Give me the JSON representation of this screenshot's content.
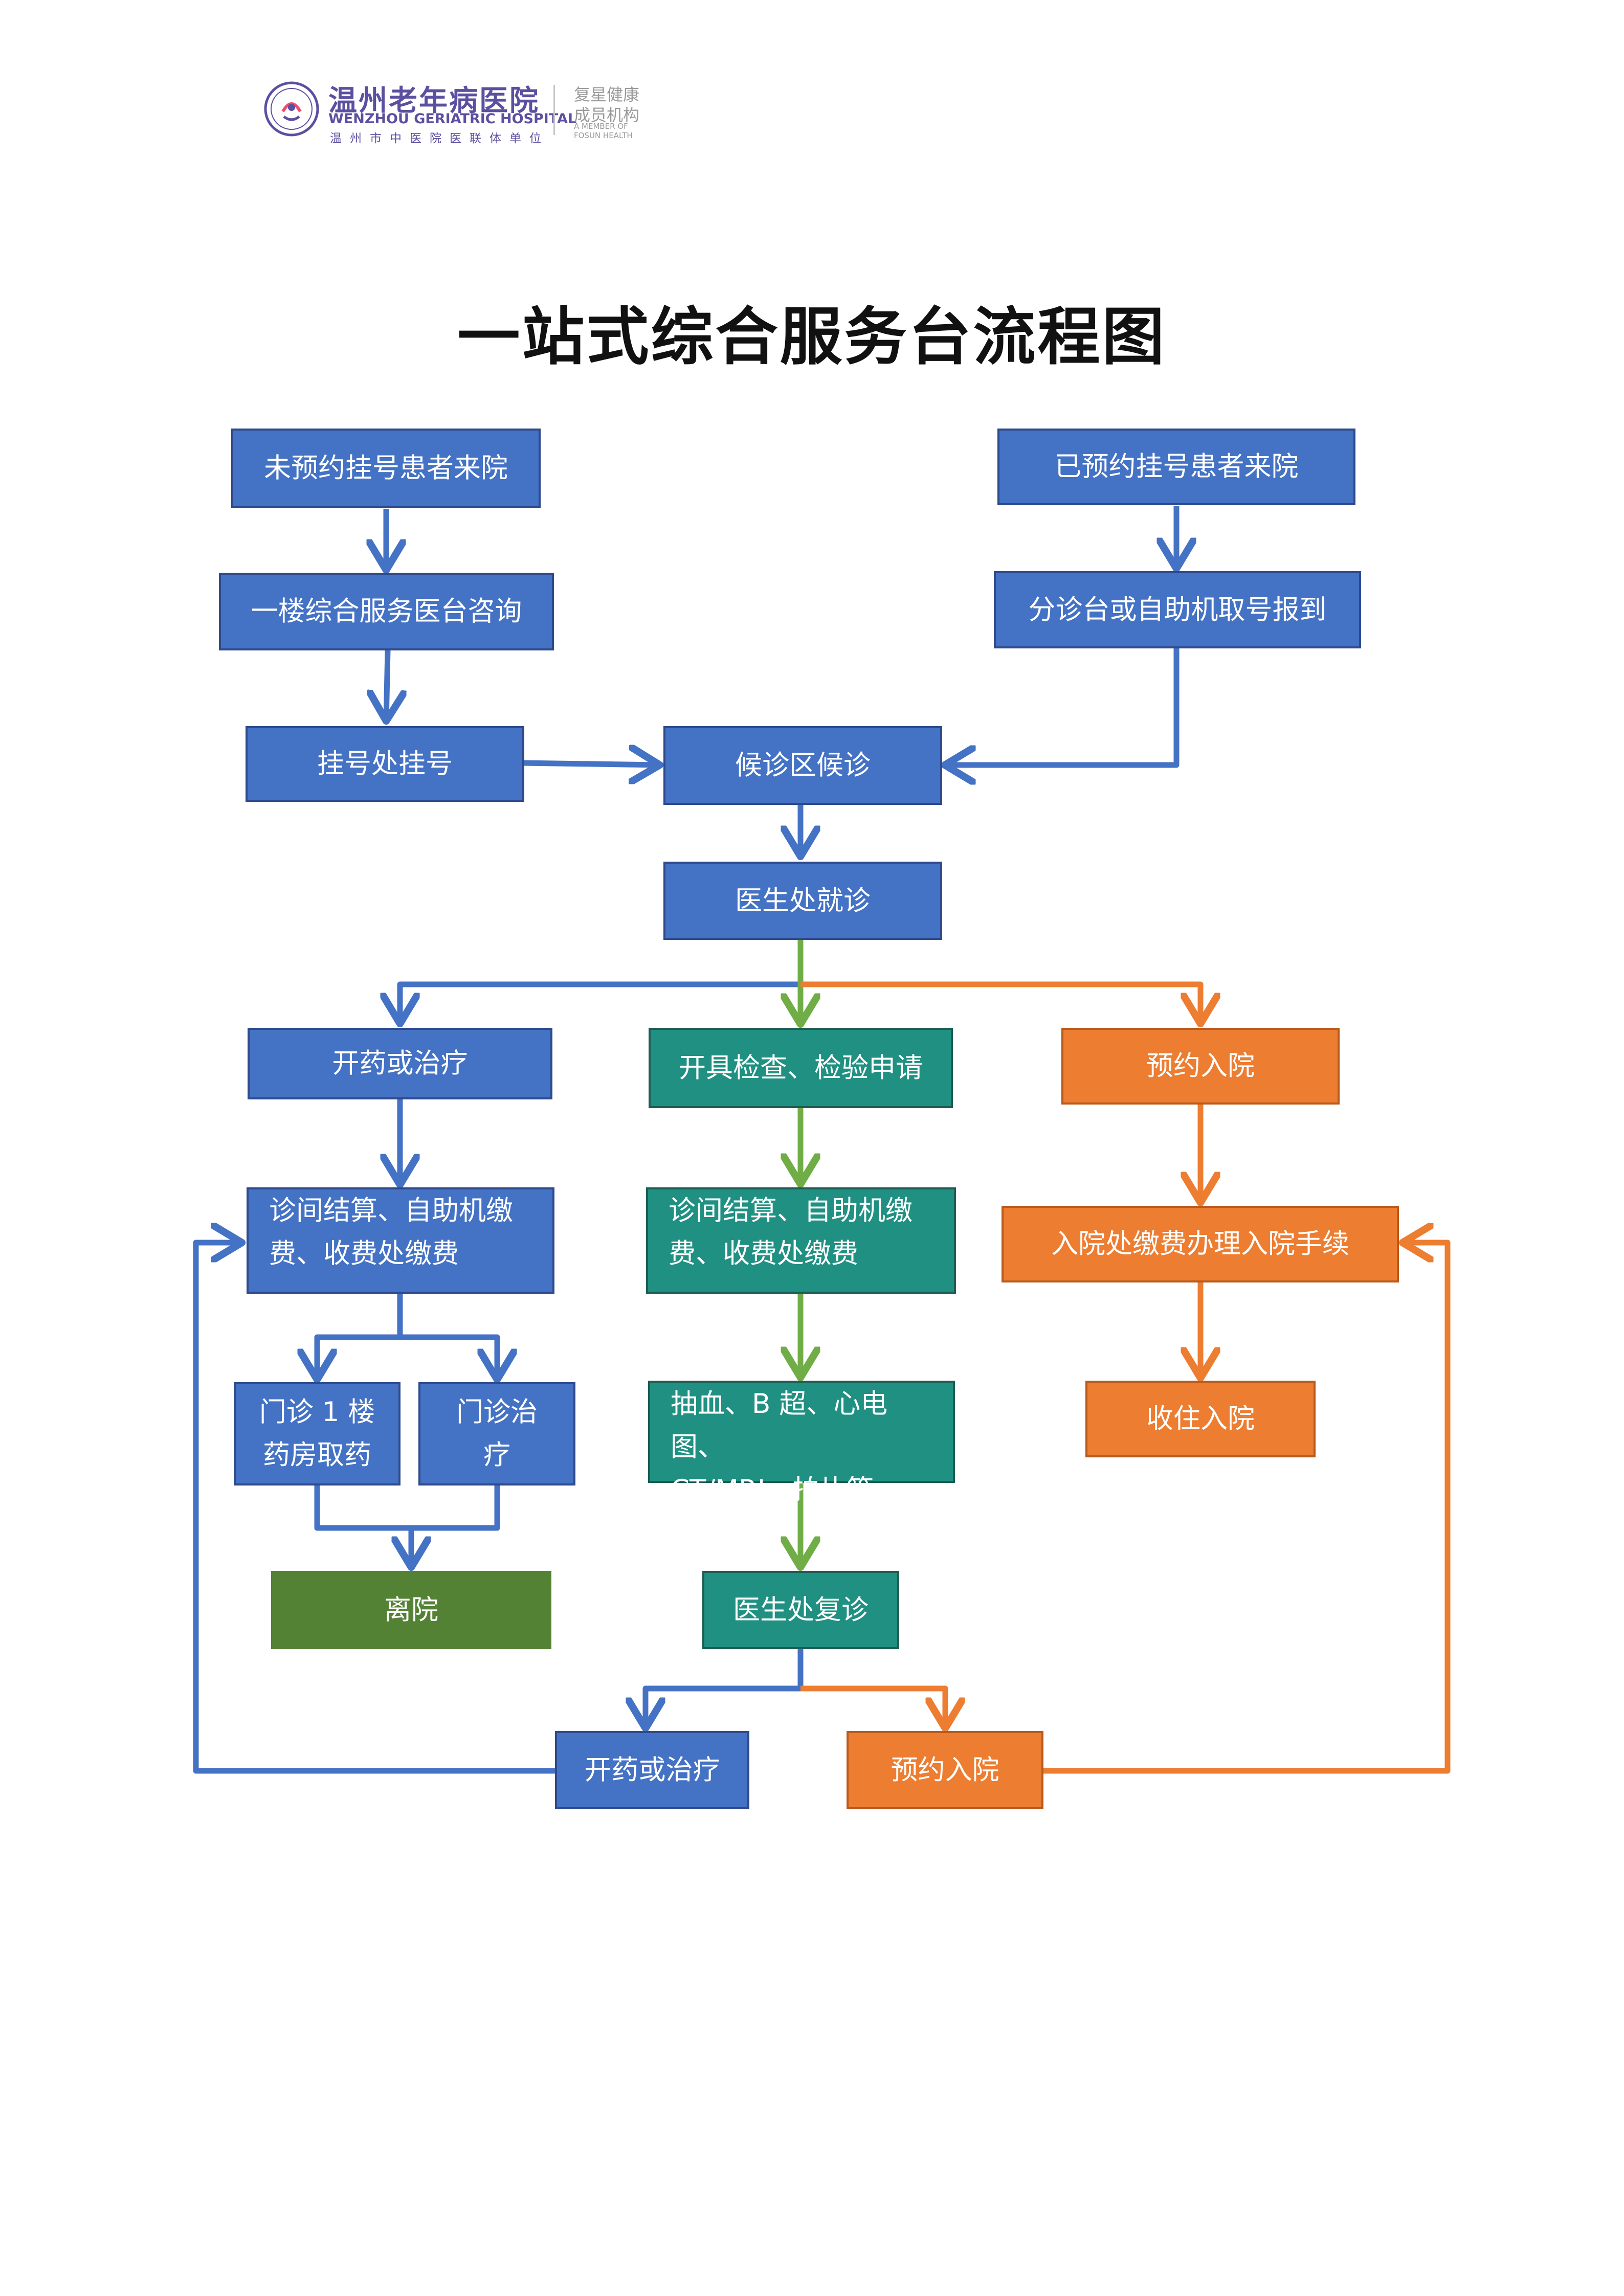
{
  "header": {
    "hospital_name_cn": "温州老年病医院",
    "hospital_name_en": "WENZHOU GERIATRIC HOSPITAL",
    "union_text": "温州市中医院医联体单位",
    "fosun_cn_line1": "复星健康",
    "fosun_cn_line2": "成员机构",
    "fosun_en_line1": "A MEMBER OF",
    "fosun_en_line2": "FOSUN HEALTH",
    "brand_color": "#5b4fa0"
  },
  "title": "一站式综合服务台流程图",
  "colors": {
    "blue": "#4472c4",
    "teal": "#1f9081",
    "orange": "#ed7d31",
    "green": "#548235",
    "arrow_green": "#70ad47"
  },
  "nodes": {
    "unbooked": "未预约挂号患者来院",
    "booked": "已预约挂号患者来院",
    "consult": "一楼综合服务医台咨询",
    "checkin": "分诊台或自助机取号报到",
    "register": "挂号处挂号",
    "waiting": "候诊区候诊",
    "doctor": "医生处就诊",
    "medicine": "开药或治疗",
    "exam_request": "开具检查、检验申请",
    "book_admission": "预约入院",
    "pay_left_1": "诊间结算、自助机缴",
    "pay_left_2": "费、收费处缴费",
    "pay_mid_1": "诊间结算、自助机缴",
    "pay_mid_2": "费、收费处缴费",
    "admission_pay": "入院处缴费办理入院手续",
    "pharmacy_1": "门诊 1 楼",
    "pharmacy_2": "药房取药",
    "treatment_1": "门诊治",
    "treatment_2": "疗",
    "tests_1": "抽血、B 超、心电图、",
    "tests_2": "CT/MRI、拍片等",
    "hospitalized": "收住入院",
    "leave": "离院",
    "revisit": "医生处复诊",
    "medicine_2": "开药或治疗",
    "book_admission_2": "预约入院"
  }
}
